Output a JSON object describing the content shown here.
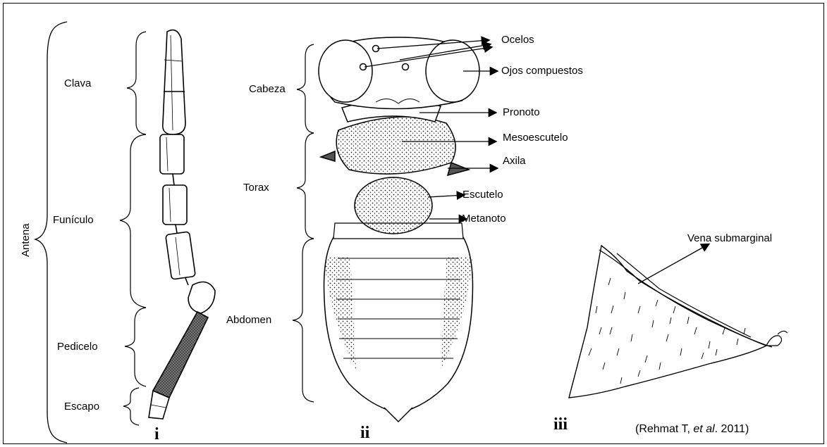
{
  "antenna": {
    "group_label": "Antena",
    "parts": [
      "Clava",
      "Funículo",
      "Pedicelo",
      "Escapo"
    ],
    "panel": "i"
  },
  "body": {
    "regions": [
      "Cabeza",
      "Torax",
      "Abdomen"
    ],
    "structures": [
      "Ocelos",
      "Ojos compuestos",
      "Pronoto",
      "Mesoescutelo",
      "Axila",
      "Escutelo",
      "Metanoto"
    ],
    "panel": "ii"
  },
  "wing": {
    "structure": "Vena submarginal",
    "panel": "iii"
  },
  "citation": {
    "prefix": "(Rehmat T, ",
    "etal": "et al",
    "suffix": ". 2011)"
  }
}
